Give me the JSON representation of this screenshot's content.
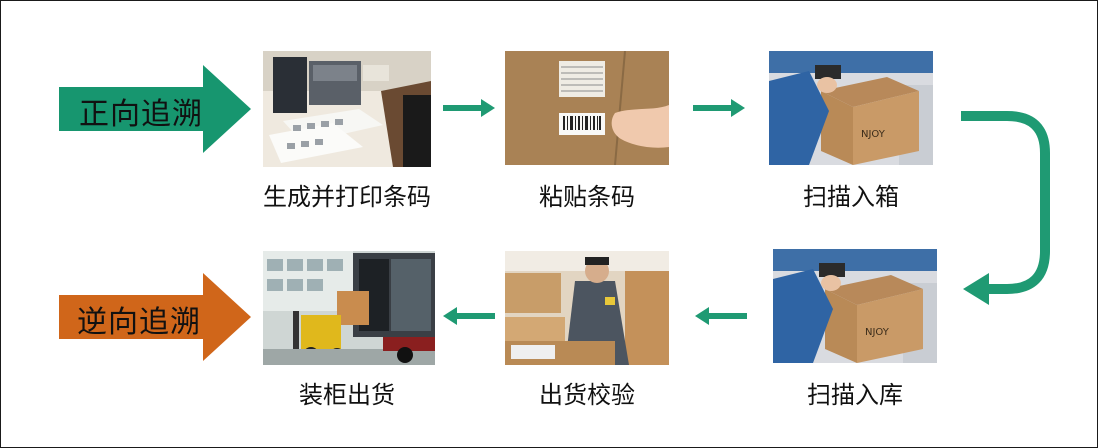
{
  "forward": {
    "label": "正向追溯",
    "color": "#17966f"
  },
  "reverse": {
    "label": "逆向追溯",
    "color": "#d0661a"
  },
  "connector_color": "#1f9a73",
  "steps": [
    {
      "label": "生成并打印条码"
    },
    {
      "label": "粘贴条码"
    },
    {
      "label": "扫描入箱"
    },
    {
      "label": "扫描入库"
    },
    {
      "label": "出货校验"
    },
    {
      "label": "装柜出货"
    }
  ]
}
